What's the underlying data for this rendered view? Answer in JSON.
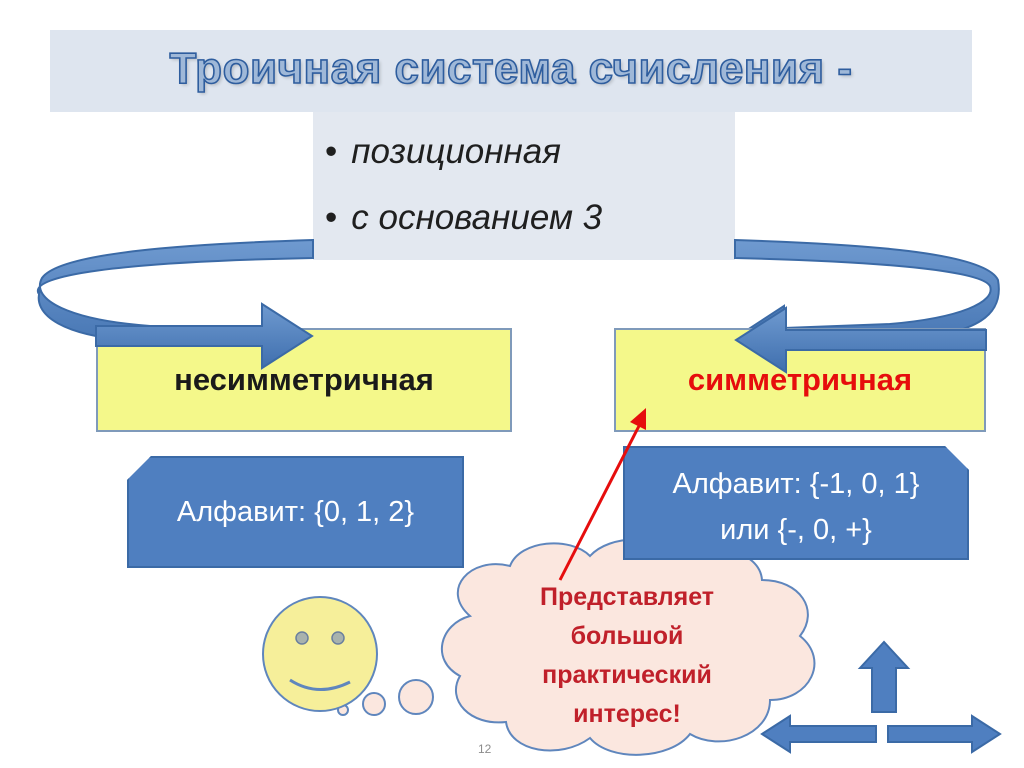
{
  "slide": {
    "title": "Троичная система счисления -",
    "properties": [
      "позиционная",
      "с основанием 3"
    ],
    "bullet": "•",
    "types": {
      "left": "несимметричная",
      "right": "симметричная"
    },
    "alphabets": {
      "left": "Алфавит: {0, 1, 2}",
      "right_line1": "Алфавит: {-1, 0, 1}",
      "right_line2": "или {-, 0, +}"
    },
    "cloud_lines": [
      "Представляет",
      "большой",
      "практический",
      "интерес!"
    ],
    "slide_number": "12"
  },
  "colors": {
    "title_fill": "#9fb8d8",
    "title_stroke": "#2e5d9e",
    "type_box_fill": "#f4f88a",
    "alphabet_box_fill": "#4f7fc0",
    "accent_red": "#e60d0d",
    "arrow_blue": "#4f7fc0",
    "smiley_fill": "#f6ef9a",
    "cloud_fill": "#fbe7df"
  },
  "icons": [
    "curved-arrow-left-icon",
    "curved-arrow-right-icon",
    "smiley-icon",
    "thought-cloud-icon",
    "red-pointer-arrow-icon",
    "up-arrow-icon",
    "left-right-arrow-icon"
  ]
}
